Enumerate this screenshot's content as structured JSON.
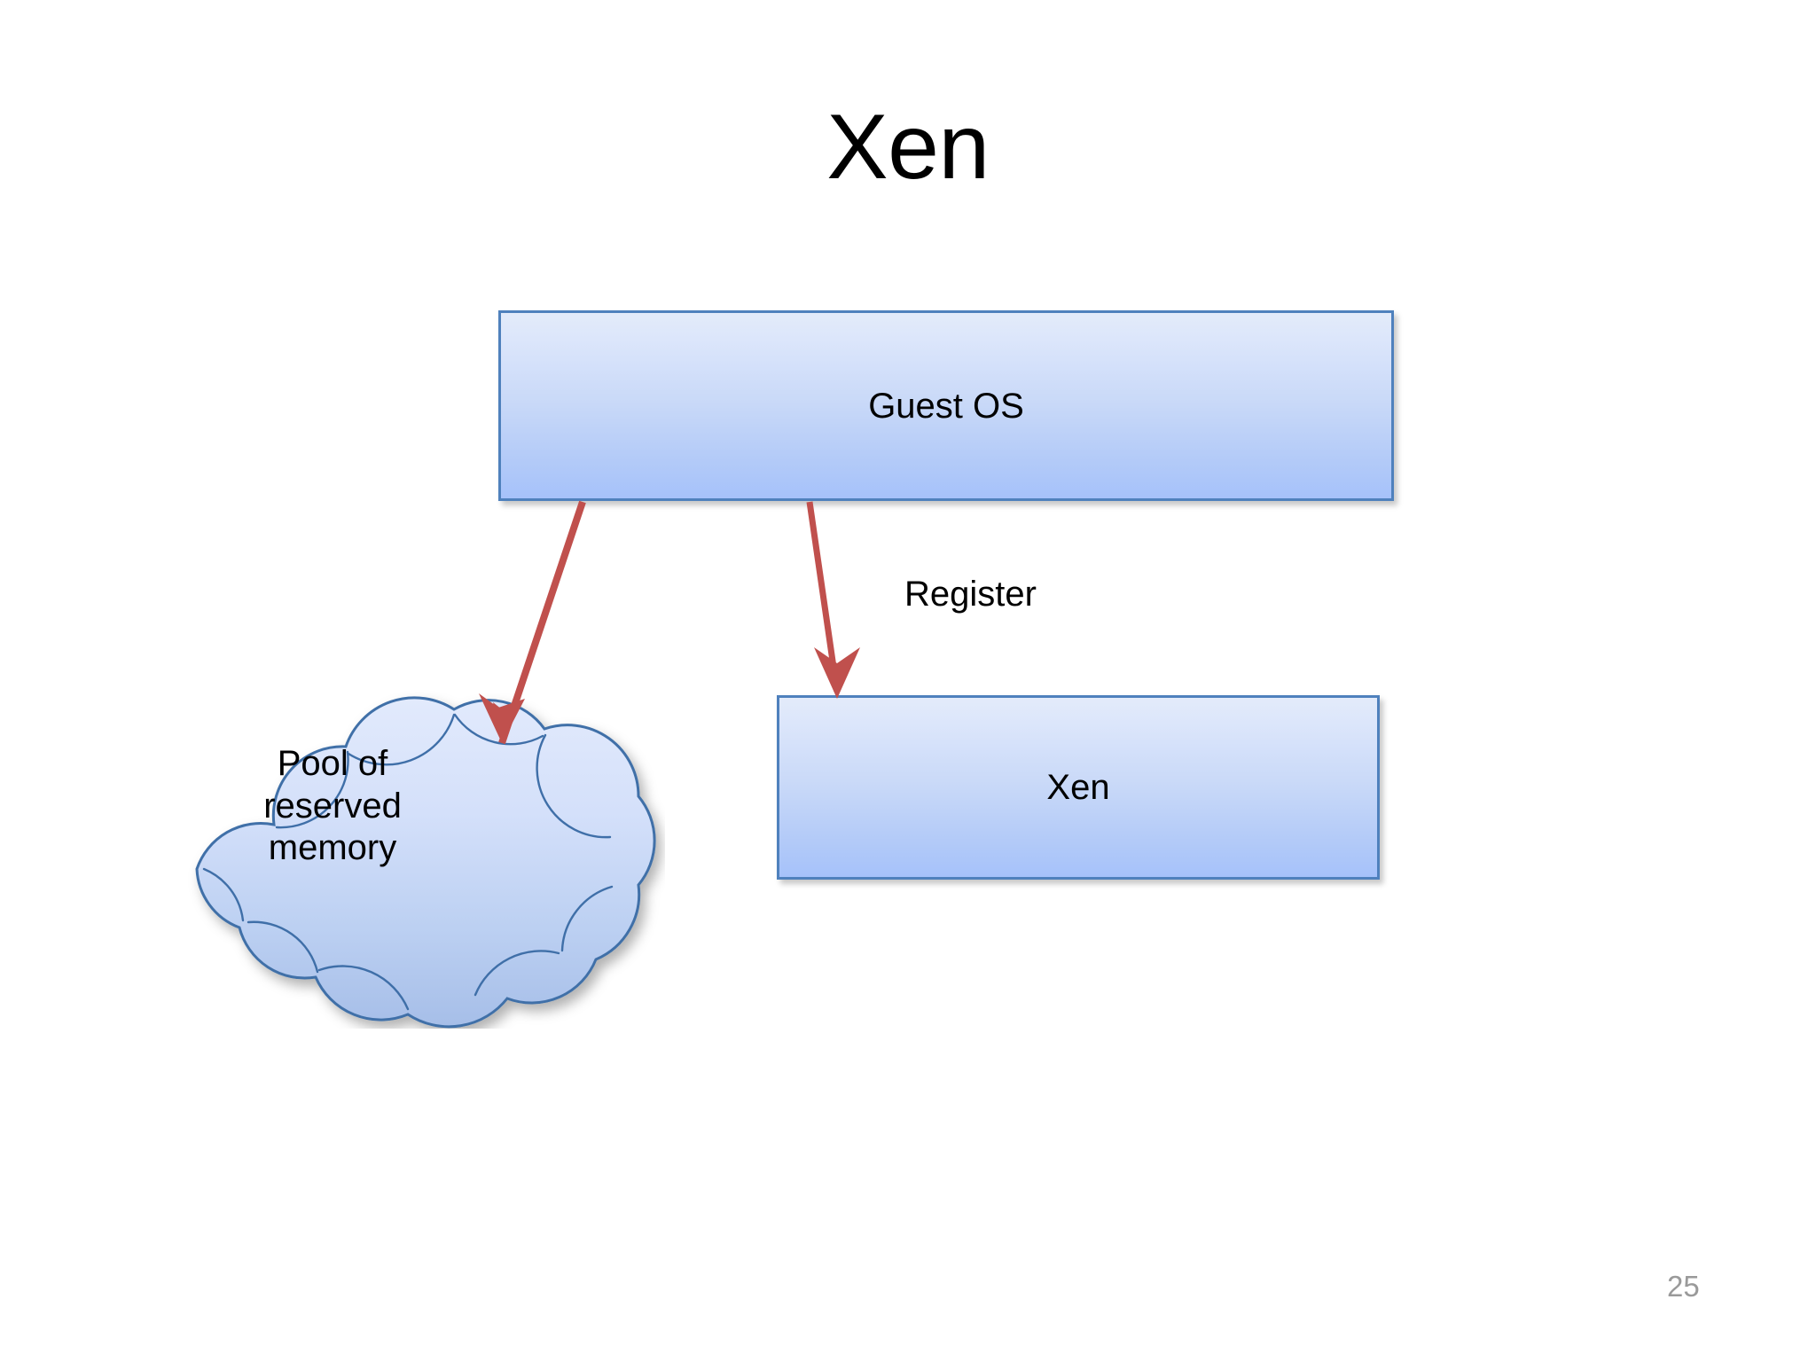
{
  "slide": {
    "title": "Xen",
    "background_color": "#FFFFFF",
    "page_number": "25"
  },
  "theme": {
    "box_border_color": "#4F81BD",
    "box_fill_top": "#E3EBFA",
    "box_fill_bottom": "#A6C2FA",
    "cloud_border_color": "#3F6FA8",
    "cloud_fill_top": "#DCE6FC",
    "cloud_fill_bottom": "#A8C0EA",
    "arrow_color": "#C0504D",
    "title_color": "#000000",
    "page_number_color": "#9A9A9A"
  },
  "diagram": {
    "type": "block-diagram",
    "nodes": [
      {
        "id": "guest-os",
        "label": "Guest OS",
        "shape": "rectangle"
      },
      {
        "id": "pool-of-reserved-memory",
        "shape": "cloud",
        "label_lines": [
          "Pool of",
          "reserved",
          "memory"
        ]
      },
      {
        "id": "xen",
        "label": "Xen",
        "shape": "rectangle"
      }
    ],
    "edges": [
      {
        "id": "guest-os-to-memory-pool",
        "from": "guest-os",
        "to": "pool-of-reserved-memory",
        "label": "",
        "style": "solid-arrow"
      },
      {
        "id": "guest-os-to-xen",
        "from": "guest-os",
        "to": "xen",
        "label": "Register",
        "style": "solid-arrow"
      }
    ]
  }
}
